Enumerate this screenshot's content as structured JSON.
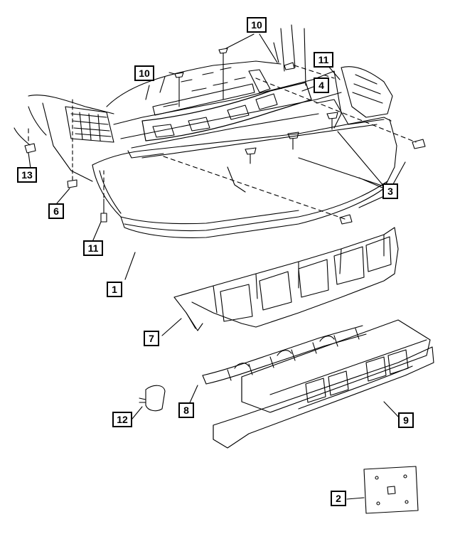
{
  "diagram": {
    "callouts": [
      {
        "id": "c1",
        "label": "1"
      },
      {
        "id": "c2",
        "label": "2"
      },
      {
        "id": "c3",
        "label": "3"
      },
      {
        "id": "c4",
        "label": "4"
      },
      {
        "id": "c6",
        "label": "6"
      },
      {
        "id": "c7",
        "label": "7"
      },
      {
        "id": "c8",
        "label": "8"
      },
      {
        "id": "c9",
        "label": "9"
      },
      {
        "id": "c10a",
        "label": "10"
      },
      {
        "id": "c10b",
        "label": "10"
      },
      {
        "id": "c11a",
        "label": "11"
      },
      {
        "id": "c11b",
        "label": "11"
      },
      {
        "id": "c12",
        "label": "12"
      },
      {
        "id": "c13",
        "label": "13"
      }
    ]
  }
}
